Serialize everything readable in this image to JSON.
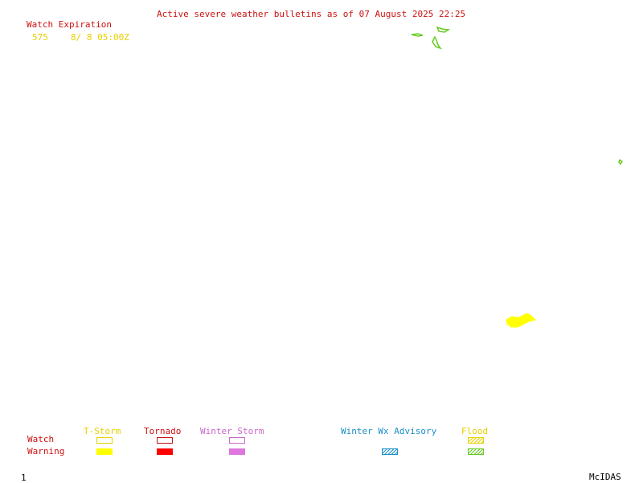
{
  "bulletin": {
    "title": "Active severe weather bulletins as of 07 August 2025 22:25"
  },
  "watch_expiration": {
    "heading": "Watch Expiration",
    "entries": [
      {
        "id": "575",
        "expires": "8/ 8 05:00Z"
      }
    ]
  },
  "legend": {
    "columns": [
      {
        "label": "T-Storm",
        "color": "#e6d000"
      },
      {
        "label": "Tornado",
        "color": "#cc1111"
      },
      {
        "label": "Winter Storm",
        "color": "#cc66cc"
      },
      {
        "label": "Winter Wx Advisory",
        "color": "#1a8fc8"
      },
      {
        "label": "Flood",
        "color": "#e6d000"
      }
    ],
    "rows": {
      "watch": "Watch",
      "warning": "Warning"
    },
    "flood_hatch_warning_color": "#66cc22"
  },
  "map_regions": {
    "tstorm_warning_color": "#ffff00",
    "flood_warning_color": "#66cc22"
  },
  "footer": {
    "frame_number": "1",
    "software": "McIDAS"
  }
}
